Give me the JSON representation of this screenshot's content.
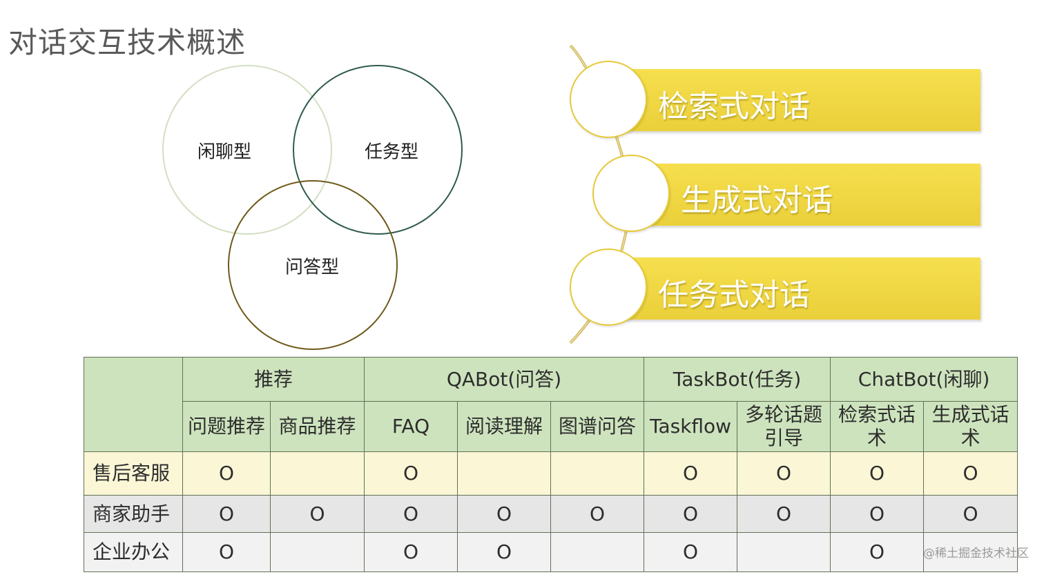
{
  "title": "对话交互技术概述",
  "venn": {
    "circles": [
      {
        "label": "闲聊型",
        "color": "#d3dfc2"
      },
      {
        "label": "任务型",
        "color": "#2f5a4c"
      },
      {
        "label": "问答型",
        "color": "#6e5a1a"
      }
    ]
  },
  "dialog_types": [
    {
      "label": "检索式对话"
    },
    {
      "label": "生成式对话"
    },
    {
      "label": "任务式对话"
    }
  ],
  "accent_color": "#efd640",
  "table": {
    "groups": [
      "推荐",
      "QABot(问答)",
      "TaskBot(任务)",
      "ChatBot(闲聊)"
    ],
    "columns": [
      "问题推荐",
      "商品推荐",
      "FAQ",
      "阅读理解",
      "图谱问答",
      "Taskflow",
      "多轮话题引导",
      "检索式话术",
      "生成式话术"
    ],
    "mark": "O",
    "rows": [
      {
        "name": "售后客服",
        "marks": [
          "O",
          "",
          "O",
          "",
          "",
          "O",
          "O",
          "O",
          "O"
        ]
      },
      {
        "name": "商家助手",
        "marks": [
          "O",
          "O",
          "O",
          "O",
          "O",
          "O",
          "O",
          "O",
          "O"
        ]
      },
      {
        "name": "企业办公",
        "marks": [
          "O",
          "",
          "O",
          "O",
          "",
          "O",
          "",
          "O",
          ""
        ]
      }
    ]
  },
  "watermark": "@稀土掘金技术社区"
}
